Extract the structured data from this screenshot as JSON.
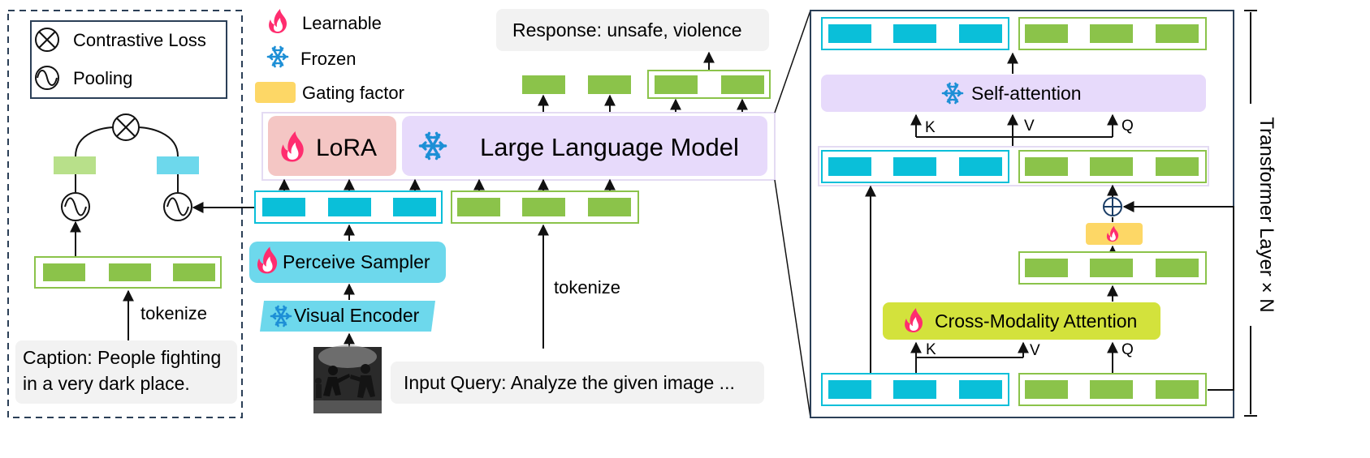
{
  "legend": {
    "contrastive": "Contrastive Loss",
    "pooling": "Pooling",
    "learnable": "Learnable",
    "frozen": "Frozen",
    "gating": "Gating factor"
  },
  "left": {
    "tokenize": "tokenize",
    "caption_line1": "Caption: People fighting",
    "caption_line2": "in a very dark place."
  },
  "center": {
    "response": "Response: unsafe, violence",
    "lora": "LoRA",
    "llm": "Large Language Model",
    "perceive_sampler": "Perceive Sampler",
    "visual_encoder": "Visual Encoder",
    "tokenize": "tokenize",
    "input_query": "Input Query: Analyze the given image ..."
  },
  "right": {
    "self_attention": "Self-attention",
    "cross_attention": "Cross-Modality Attention",
    "k": "K",
    "v": "V",
    "q": "Q",
    "layer_label": "Transformer Layer × N"
  },
  "colors": {
    "visual_token": "#0abfd9",
    "text_token": "#8bc34a",
    "lora_box": "#f4c6c4",
    "llm_box": "#e7dafb",
    "perceive_box": "#6dd8ec",
    "cross_box": "#d3e23c",
    "gating": "#fdd766",
    "flame": "#ff2d6f",
    "snow": "#1d8fd6"
  }
}
